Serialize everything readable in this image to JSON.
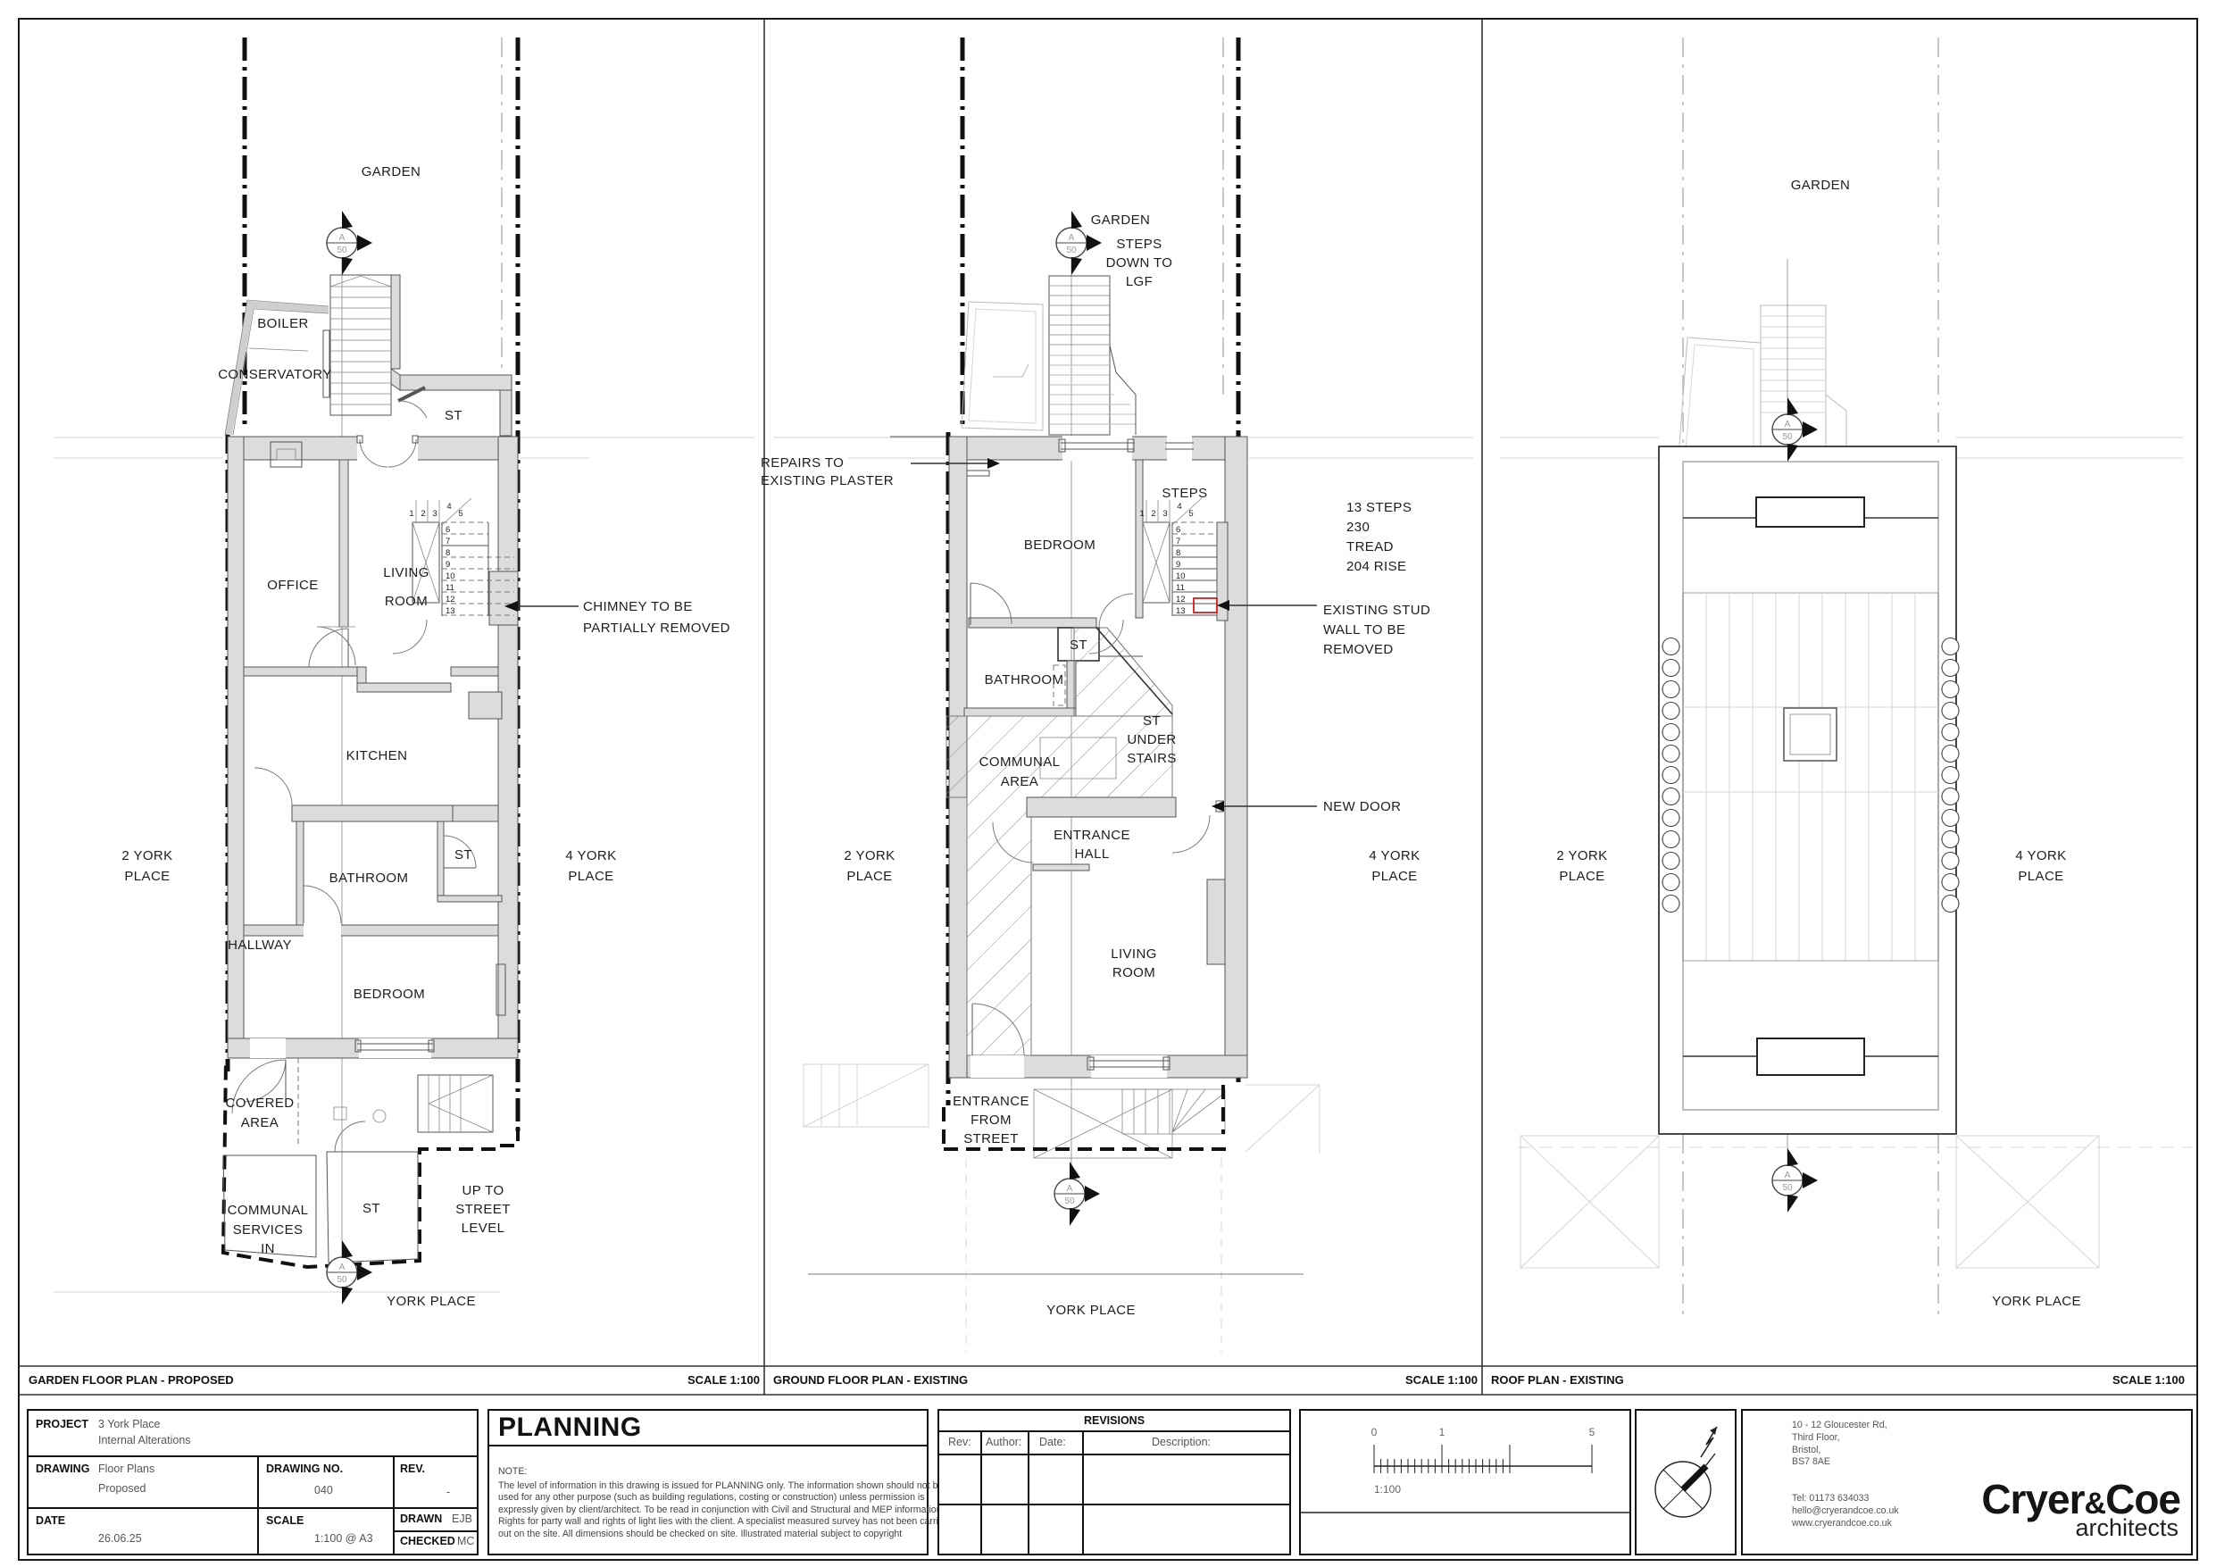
{
  "plans": {
    "garden": {
      "title": "GARDEN FLOOR PLAN - PROPOSED",
      "scale": "SCALE 1:100",
      "labels": {
        "garden": "GARDEN",
        "boiler": "BOILER",
        "conservatory": "CONSERVATORY",
        "st_top": "ST",
        "office": "OFFICE",
        "living1": "LIVING",
        "living2": "ROOM",
        "kitchen": "KITCHEN",
        "bathroom": "BATHROOM",
        "st_mid": "ST",
        "hallway": "HALLWAY",
        "bedroom": "BEDROOM",
        "covered1": "COVERED",
        "covered2": "AREA",
        "communal1": "COMMUNAL",
        "communal2": "SERVICES",
        "communal3": "IN",
        "st_bottom": "ST",
        "upto1": "UP TO",
        "upto2": "STREET",
        "upto3": "LEVEL",
        "chimney1": "CHIMNEY TO BE",
        "chimney2": "PARTIALLY REMOVED"
      }
    },
    "ground": {
      "title": "GROUND FLOOR PLAN - EXISTING",
      "scale": "SCALE 1:100",
      "labels": {
        "garden": "GARDEN",
        "steps1": "STEPS",
        "steps2": "DOWN TO",
        "steps3": "LGF",
        "repairs1": "REPAIRS TO",
        "repairs2": "EXISTING PLASTER",
        "steps_lbl": "STEPS",
        "bedroom": "BEDROOM",
        "stepnote1": "13 STEPS",
        "stepnote2": "230",
        "stepnote3": "TREAD",
        "stepnote4": "204 RISE",
        "stud1": "EXISTING STUD",
        "stud2": "WALL TO BE",
        "stud3": "REMOVED",
        "st": "ST",
        "bathroom": "BATHROOM",
        "communal1": "COMMUNAL",
        "communal2": "AREA",
        "under1": "ST",
        "under2": "UNDER",
        "under3": "STAIRS",
        "newdoor": "NEW DOOR",
        "hall1": "ENTRANCE",
        "hall2": "HALL",
        "living1": "LIVING",
        "living2": "ROOM",
        "entrance1": "ENTRANCE",
        "entrance2": "FROM",
        "entrance3": "STREET"
      }
    },
    "roof": {
      "title": "ROOF PLAN - EXISTING",
      "scale": "SCALE 1:100",
      "labels": {
        "garden": "GARDEN"
      }
    }
  },
  "common": {
    "york_place": "YORK PLACE",
    "n2a": "2 YORK",
    "n2b": "PLACE",
    "n4a": "4 YORK",
    "n4b": "PLACE"
  },
  "section_marker": {
    "letter": "A",
    "sheet": "50"
  },
  "stairs": [
    "1",
    "2",
    "3",
    "4",
    "5",
    "6",
    "7",
    "8",
    "9",
    "10",
    "11",
    "12",
    "13"
  ],
  "titleblock": {
    "project_label": "PROJECT",
    "project1": "3 York Place",
    "project2": "Internal Alterations",
    "drawing_label": "DRAWING",
    "drawing1": "Floor Plans",
    "drawing2": "Proposed",
    "drawingno_label": "DRAWING NO.",
    "drawingno": "040",
    "rev_label": "REV.",
    "rev_value": "-",
    "date_label": "DATE",
    "date_value": "26.06.25",
    "scale_label": "SCALE",
    "scale_value": "1:100 @ A3",
    "drawn_label": "DRAWN",
    "drawn_value": "EJB",
    "checked_label": "CHECKED",
    "checked_value": "MC",
    "planning": "PLANNING",
    "note_label": "NOTE:",
    "note1": "The level of information in this drawing is issued for PLANNING only. The information shown should not be",
    "note2": "used for any other purpose (such as building regulations, costing or construction) unless permission is",
    "note3": "expressly given by client/architect. To be read in conjunction with Civil and Structural and MEP information.",
    "note4": "Rights for party wall and rights of light lies with the client. A specialist measured survey has not been carried",
    "note5": "out on the site. All dimensions should be checked on site. Illustrated material subject to copyright",
    "revisions": "REVISIONS",
    "rev_col1": "Rev:",
    "rev_col2": "Author:",
    "rev_col3": "Date:",
    "rev_col4": "Description:",
    "sb0": "0",
    "sb1": "1",
    "sb5": "5",
    "sbratio": "1:100",
    "addr1": "10 - 12 Gloucester Rd,",
    "addr2": "Third Floor,",
    "addr3": "Bristol,",
    "addr4": "BS7 8AE",
    "tel": "Tel: 01173 634033",
    "email": "hello@cryerandcoe.co.uk",
    "web": "www.cryerandcoe.co.uk",
    "logo1": "Cryer",
    "logo_amp": "&",
    "logo2": "Coe",
    "logo_sub": "architects"
  }
}
